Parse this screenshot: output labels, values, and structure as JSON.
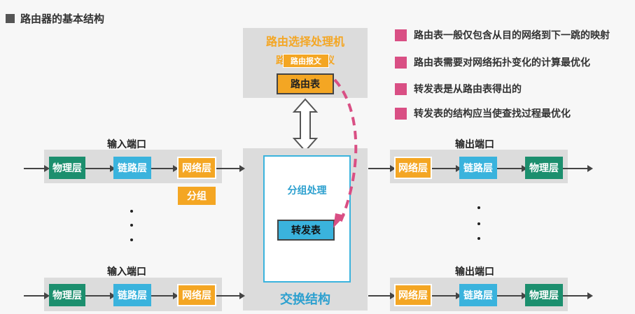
{
  "title": "路由器的基本结构",
  "routing_processor": {
    "title": "路由选择处理机",
    "protocol_text": "路由选择协议",
    "packet_label": "路由报文",
    "table_label": "路由表"
  },
  "switch_fabric": {
    "label": "交换结构",
    "packet_processing": "分组处理",
    "forwarding_table": "转发表"
  },
  "input_ports": {
    "label": "输入端口",
    "layers": [
      "物理层",
      "链路层",
      "网络层"
    ],
    "packet": "分组"
  },
  "output_ports": {
    "label": "输出端口",
    "layers": [
      "网络层",
      "链路层",
      "物理层"
    ]
  },
  "notes": [
    "路由表一般仅包含从目的网络到下一跳的映射",
    "路由表需要对网络拓扑变化的计算最优化",
    "转发表是从路由表得出的",
    "转发表的结构应当使查找过程最优化"
  ],
  "colors": {
    "physical": "#1c8f6e",
    "link": "#3ab3dd",
    "network": "#f4a623",
    "legend": "#d94f84",
    "routing_title": "#f4a623",
    "switch_label": "#2ca0cf",
    "dashed_arrow": "#d94f84"
  }
}
